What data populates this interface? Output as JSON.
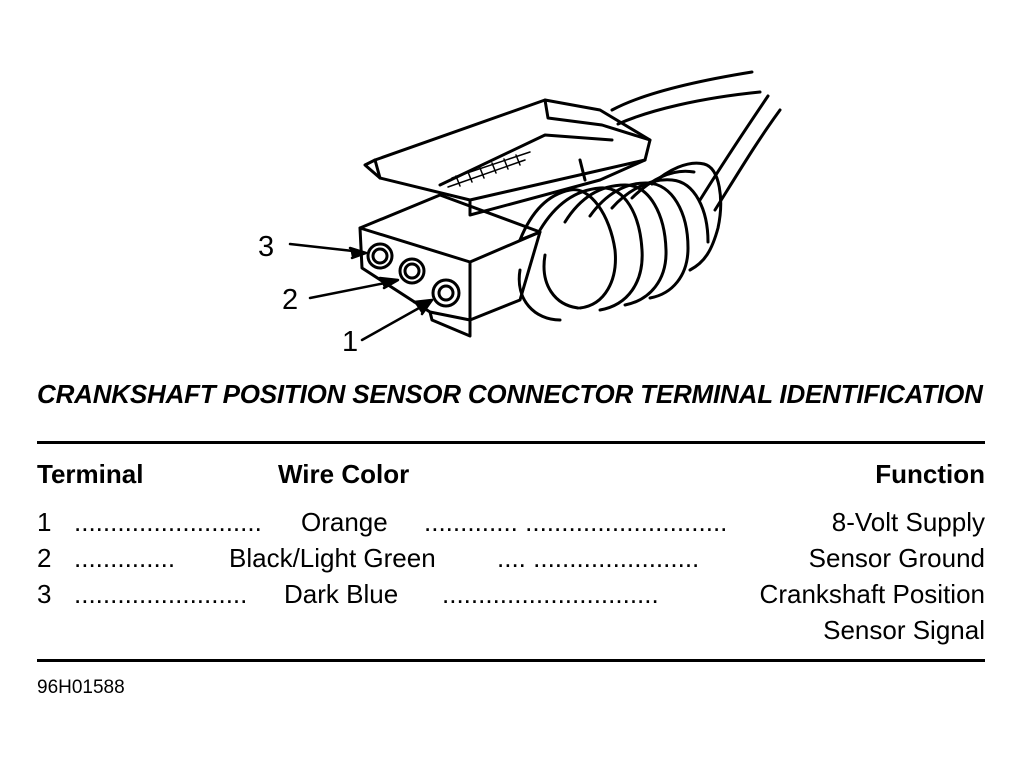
{
  "callouts": [
    "3",
    "2",
    "1"
  ],
  "title": "CRANKSHAFT POSITION SENSOR CONNECTOR TERMINAL IDENTIFICATION",
  "table": {
    "headers": {
      "terminal": "Terminal",
      "wire_color": "Wire Color",
      "function": "Function"
    },
    "rows": [
      {
        "terminal": "1",
        "leader_a": "..........................",
        "wire_color": "Orange",
        "leader_b": "............. ............................",
        "function": "8-Volt Supply",
        "function_cont": ""
      },
      {
        "terminal": "2",
        "leader_a": "..............",
        "wire_color": "Black/Light Green",
        "leader_b": ".... .......................",
        "function": "Sensor Ground",
        "function_cont": ""
      },
      {
        "terminal": "3",
        "leader_a": "........................",
        "wire_color": "Dark Blue",
        "leader_b": "..............................",
        "function": "Crankshaft Position",
        "function_cont": "Sensor Signal"
      }
    ]
  },
  "figure_id": "96H01588",
  "colors": {
    "ink": "#000000",
    "paper": "#ffffff"
  }
}
